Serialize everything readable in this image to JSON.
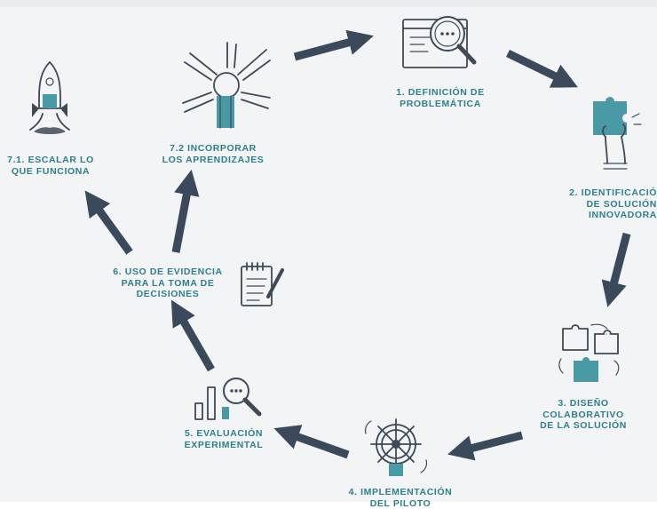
{
  "colors": {
    "background": "#f2f4f6",
    "arrow": "#3b4a5a",
    "label": "#2f7f8a",
    "accent": "#4a9aa6",
    "accent_light": "#8fc3cb",
    "line": "#3f4a56"
  },
  "steps": [
    {
      "id": "step-1",
      "lines": [
        "1. DEFINICIÓN DE",
        "PROBLEMÁTICA"
      ],
      "icon": "magnifier-document-icon"
    },
    {
      "id": "step-2",
      "lines": [
        "2. IDENTIFICACIÓ",
        "DE SOLUCIÓN",
        "INNOVADORA"
      ],
      "icon": "hand-puzzle-icon"
    },
    {
      "id": "step-3",
      "lines": [
        "3. DISEÑO",
        "COLABORATIVO",
        "DE LA SOLUCIÓN"
      ],
      "icon": "puzzle-pieces-icon"
    },
    {
      "id": "step-4",
      "lines": [
        "4. IMPLEMENTACIÓN",
        "DEL PILOTO"
      ],
      "icon": "ship-wheel-icon"
    },
    {
      "id": "step-5",
      "lines": [
        "5. EVALUACIÓN",
        "EXPERIMENTAL"
      ],
      "icon": "bar-chart-magnifier-icon"
    },
    {
      "id": "step-6",
      "lines": [
        "6. USO DE EVIDENCIA",
        "PARA LA TOMA DE",
        "DECISIONES"
      ],
      "icon": "clipboard-pen-icon"
    },
    {
      "id": "step-7-2",
      "lines": [
        "7.2 INCORPORAR",
        "LOS APRENDIZAJES"
      ],
      "icon": "stacked-hands-icon"
    },
    {
      "id": "step-7-1",
      "lines": [
        "7.1. ESCALAR LO",
        "QUE FUNCIONA"
      ],
      "icon": "rocket-icon"
    }
  ]
}
